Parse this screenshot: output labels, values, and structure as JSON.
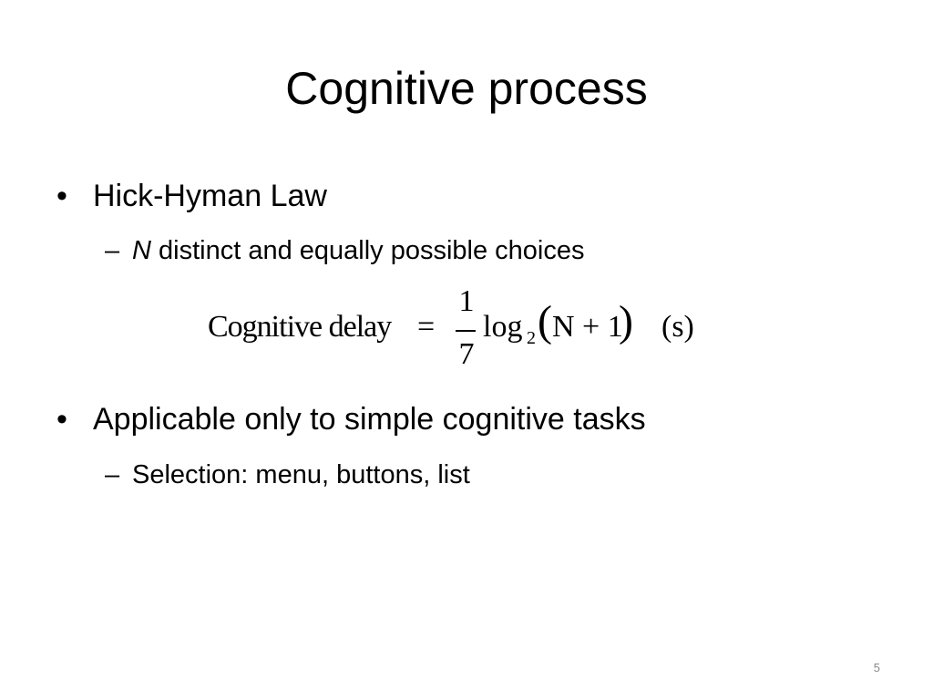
{
  "slide": {
    "title": "Cognitive process",
    "bullets": [
      {
        "marker": "•",
        "text": "Hick-Hyman Law",
        "subitems": [
          {
            "marker": "–",
            "emphasis": "N",
            "text": " distinct and equally possible choices"
          }
        ]
      },
      {
        "marker": "•",
        "text": "Applicable only to simple cognitive tasks",
        "subitems": [
          {
            "marker": "–",
            "text": "Selection: menu, buttons, list"
          }
        ]
      }
    ],
    "formula": {
      "lhs": "Cognitive delay",
      "equals": "=",
      "numerator": "1",
      "denominator": "7",
      "log": "log",
      "log_base": "2",
      "left_paren": "(",
      "argument": "N + 1",
      "right_paren": ")",
      "unit": "(s)"
    },
    "page_number": "5"
  }
}
